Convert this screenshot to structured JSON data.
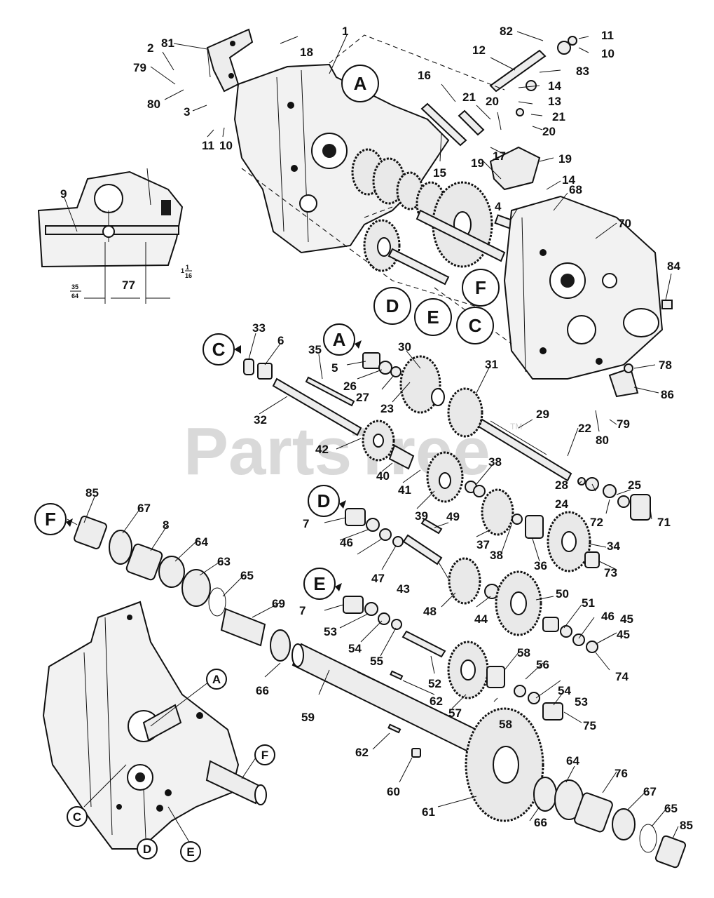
{
  "watermark": {
    "text": "PartsTree",
    "trademark": "TM"
  },
  "callouts": {
    "A": "A",
    "C": "C",
    "D": "D",
    "E": "E",
    "F": "F"
  },
  "fractions": {
    "left_num": "35",
    "left_den": "64",
    "right_whole": "1",
    "right_num": "1",
    "right_den": "16"
  },
  "part_numbers": [
    "1",
    "2",
    "3",
    "4",
    "5",
    "6",
    "7",
    "8",
    "9",
    "10",
    "11",
    "12",
    "13",
    "14",
    "15",
    "16",
    "17",
    "18",
    "19",
    "20",
    "21",
    "22",
    "23",
    "24",
    "25",
    "26",
    "27",
    "28",
    "29",
    "30",
    "31",
    "32",
    "33",
    "34",
    "35",
    "36",
    "37",
    "38",
    "39",
    "40",
    "41",
    "42",
    "43",
    "44",
    "45",
    "46",
    "47",
    "48",
    "49",
    "50",
    "51",
    "52",
    "53",
    "54",
    "55",
    "56",
    "57",
    "58",
    "59",
    "60",
    "61",
    "62",
    "63",
    "64",
    "65",
    "66",
    "67",
    "68",
    "69",
    "70",
    "71",
    "72",
    "73",
    "74",
    "75",
    "76",
    "77",
    "78",
    "79",
    "80",
    "81",
    "82",
    "83",
    "84",
    "85",
    "86"
  ]
}
